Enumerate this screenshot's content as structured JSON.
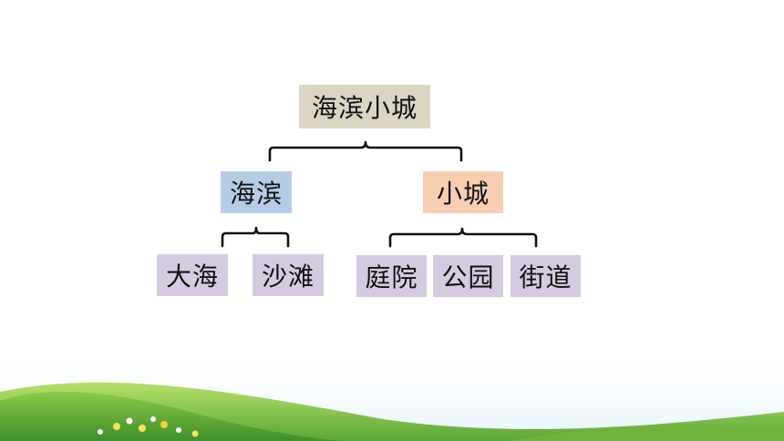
{
  "colors": {
    "root": "#dad6c3",
    "left_branch": "#b6cce6",
    "right_branch": "#f8ceb2",
    "leaf": "#d4cbe0",
    "bracket": "#111111",
    "grass_dark": "#5aa636",
    "grass_light": "#9fd45a",
    "sky_fade": "#eaf6fb"
  },
  "tree": {
    "root": "海滨小城",
    "left": {
      "label": "海滨",
      "children": [
        "大海",
        "沙滩"
      ]
    },
    "right": {
      "label": "小城",
      "children": [
        "庭院",
        "公园",
        "街道"
      ]
    }
  }
}
